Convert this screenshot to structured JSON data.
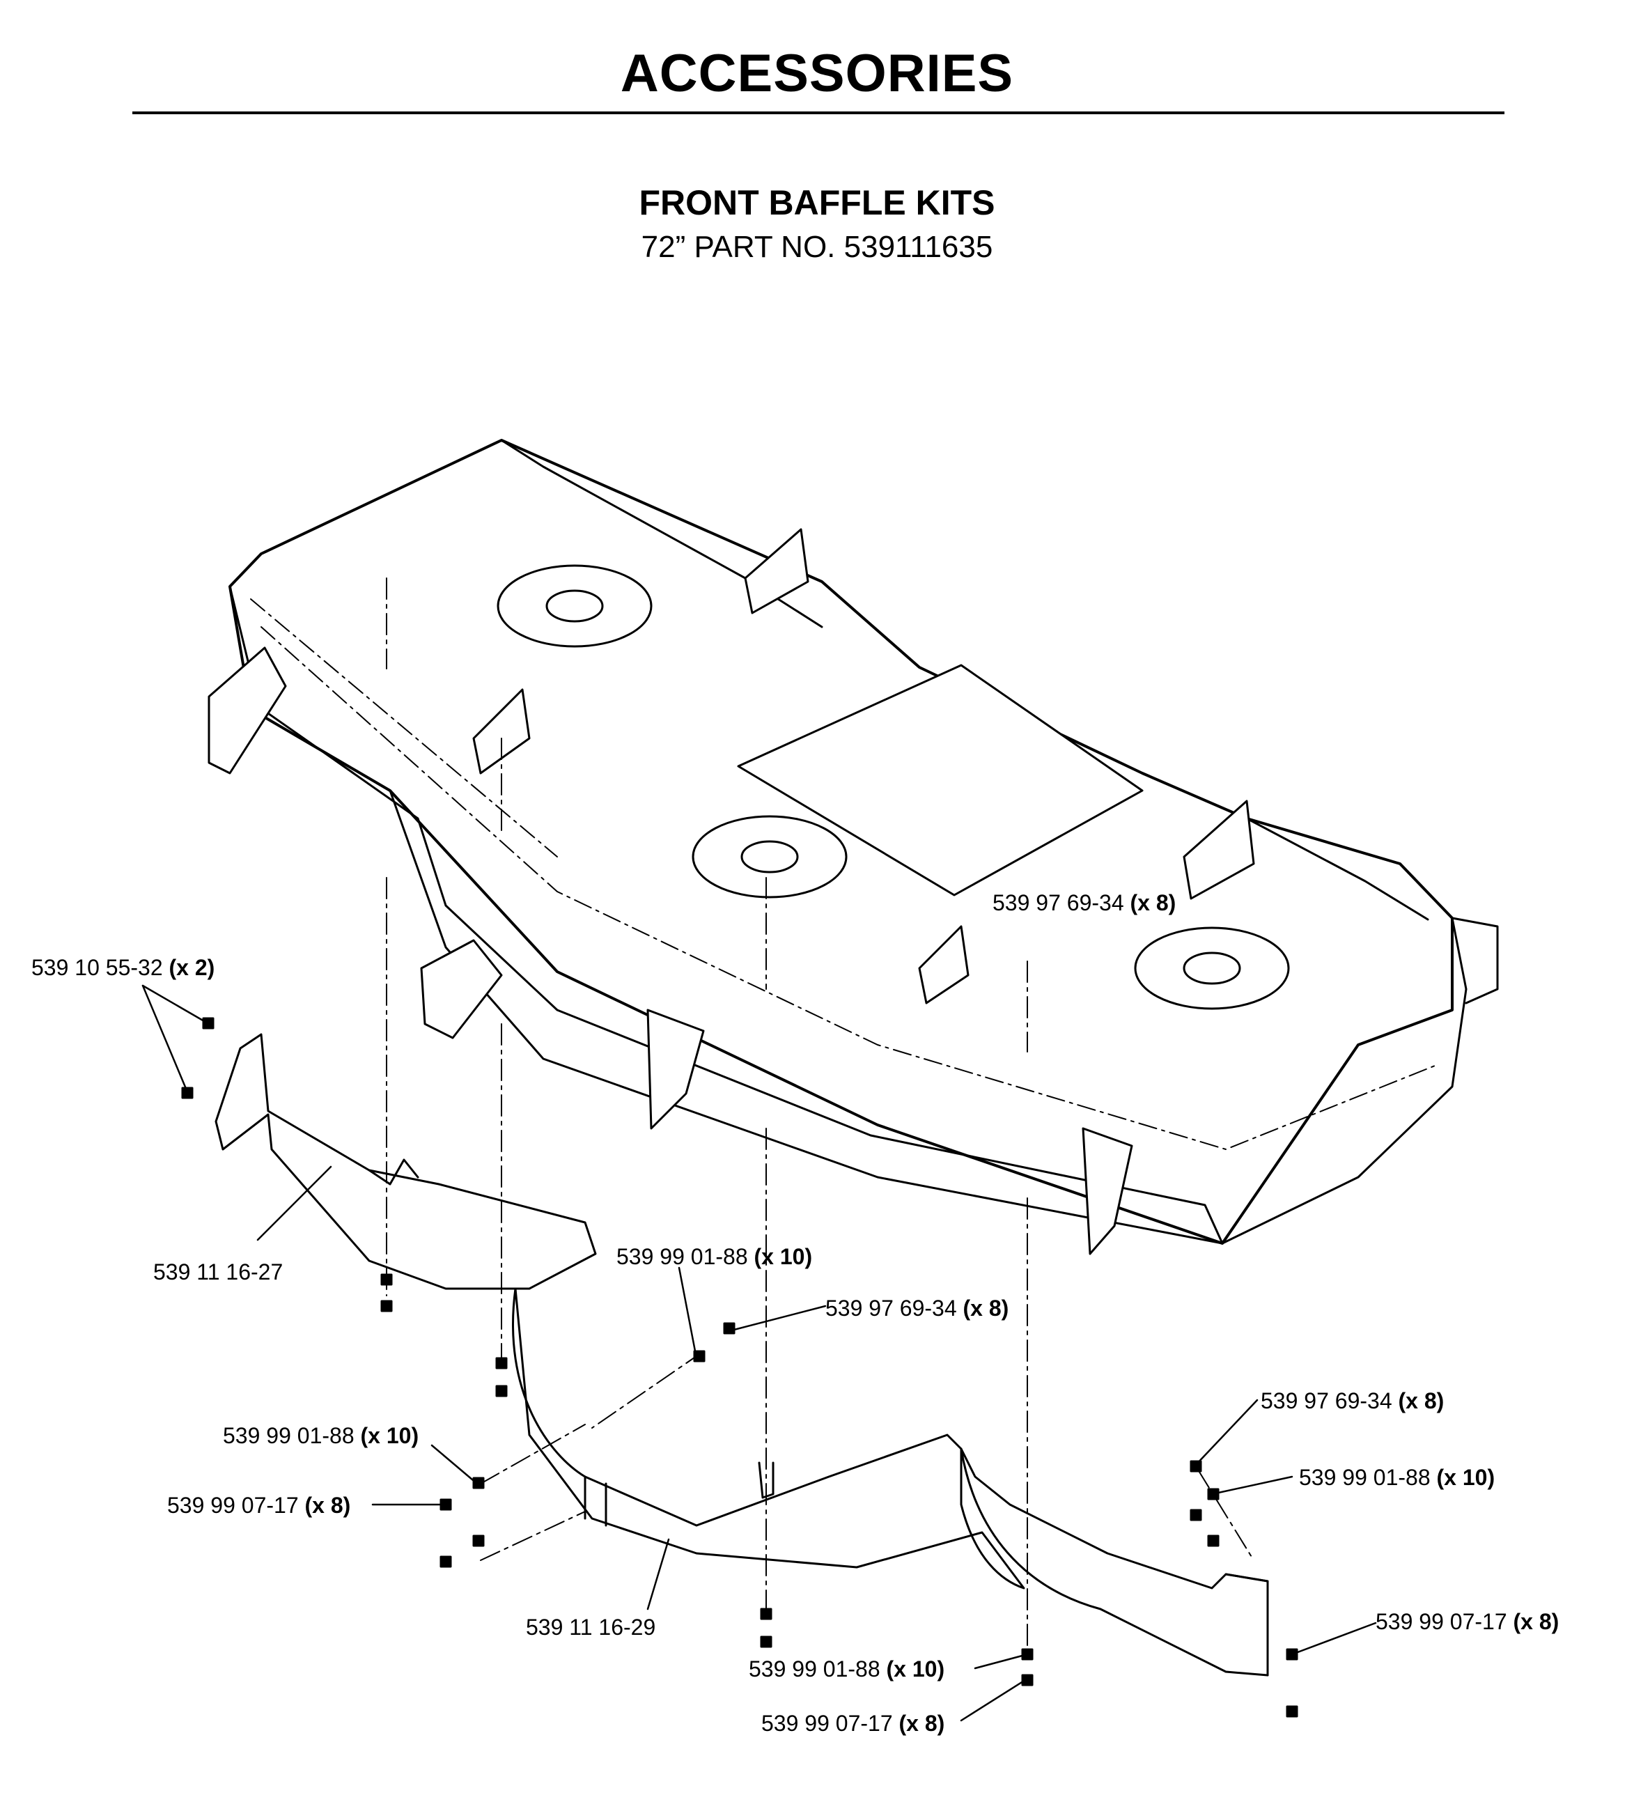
{
  "page": {
    "title": "ACCESSORIES"
  },
  "section": {
    "title": "FRONT BAFFLE KITS",
    "subtitle": "72” PART NO. 539111635"
  },
  "callouts": [
    {
      "part": "539 97 69-34",
      "qty": "(x 8)"
    },
    {
      "part": "539 10 55-32",
      "qty": "(x 2)"
    },
    {
      "part": "539 11 16-27",
      "qty": ""
    },
    {
      "part": "539 99 01-88",
      "qty": "(x 10)"
    },
    {
      "part": "539 97 69-34",
      "qty": "(x 8)"
    },
    {
      "part": "539 97 69-34",
      "qty": "(x 8)"
    },
    {
      "part": "539 99 01-88",
      "qty": "(x 10)"
    },
    {
      "part": "539 99 01-88",
      "qty": "(x 10)"
    },
    {
      "part": "539 99 07-17",
      "qty": "(x 8)"
    },
    {
      "part": "539 11 16-29",
      "qty": ""
    },
    {
      "part": "539 99 07-17",
      "qty": "(x 8)"
    },
    {
      "part": "539 99 01-88",
      "qty": "(x 10)"
    },
    {
      "part": "539 99 07-17",
      "qty": "(x 8)"
    }
  ]
}
